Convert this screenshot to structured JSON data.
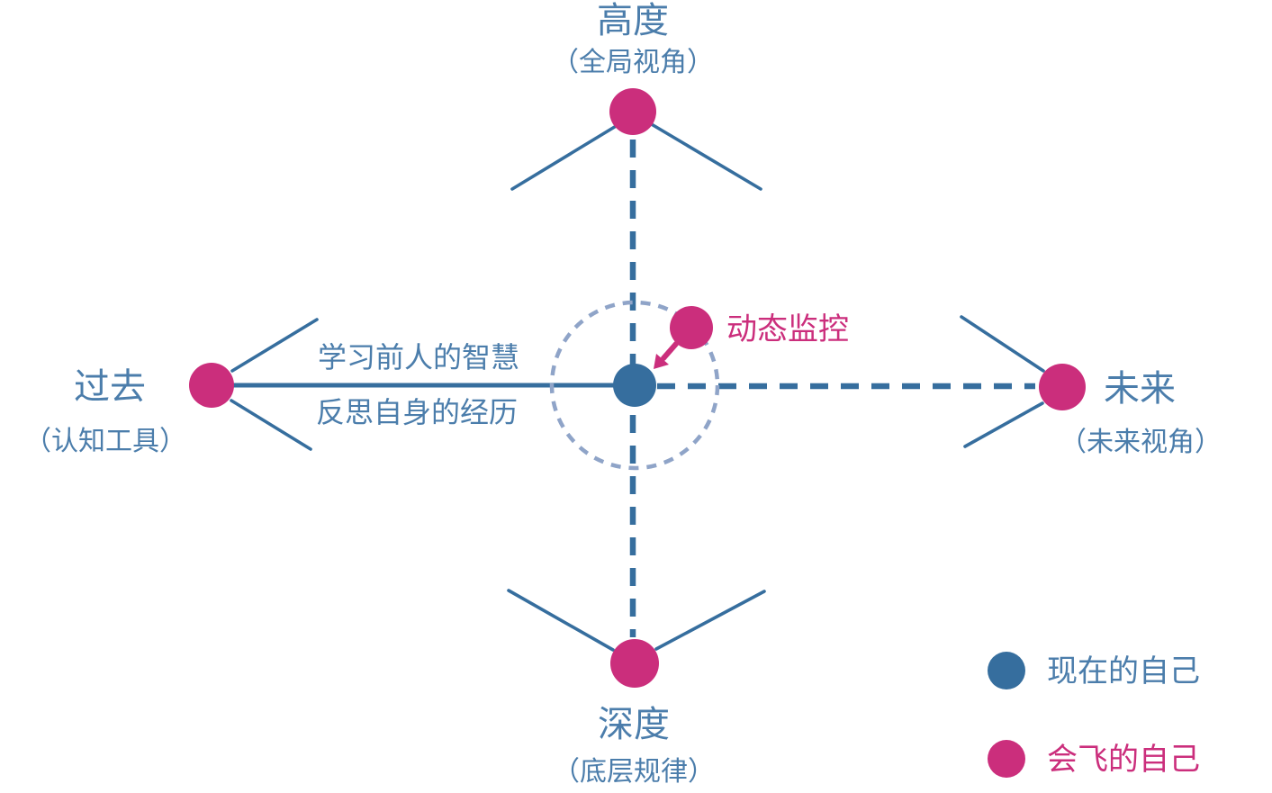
{
  "colors": {
    "pink": "#cb2e7c",
    "blue": "#366e9e",
    "blue_text": "#4b7dab",
    "circle_dash": "#8fa4c8",
    "bg": "#ffffff"
  },
  "axes": {
    "top": {
      "label": "高度",
      "sublabel": "（全局视角）"
    },
    "left": {
      "label": "过去",
      "sublabel": "（认知工具）"
    },
    "right": {
      "label": "未来",
      "sublabel": "（未来视角）"
    },
    "bottom": {
      "label": "深度",
      "sublabel": "（底层规律）"
    }
  },
  "left_axis_captions": {
    "line1": "学习前人的智慧",
    "line2": "反思自身的经历"
  },
  "monitor": {
    "label": "动态监控"
  },
  "legend": {
    "items": [
      {
        "label": "现在的自己",
        "color": "#366e9e"
      },
      {
        "label": "会飞的自己",
        "color": "#cb2e7c"
      }
    ]
  }
}
